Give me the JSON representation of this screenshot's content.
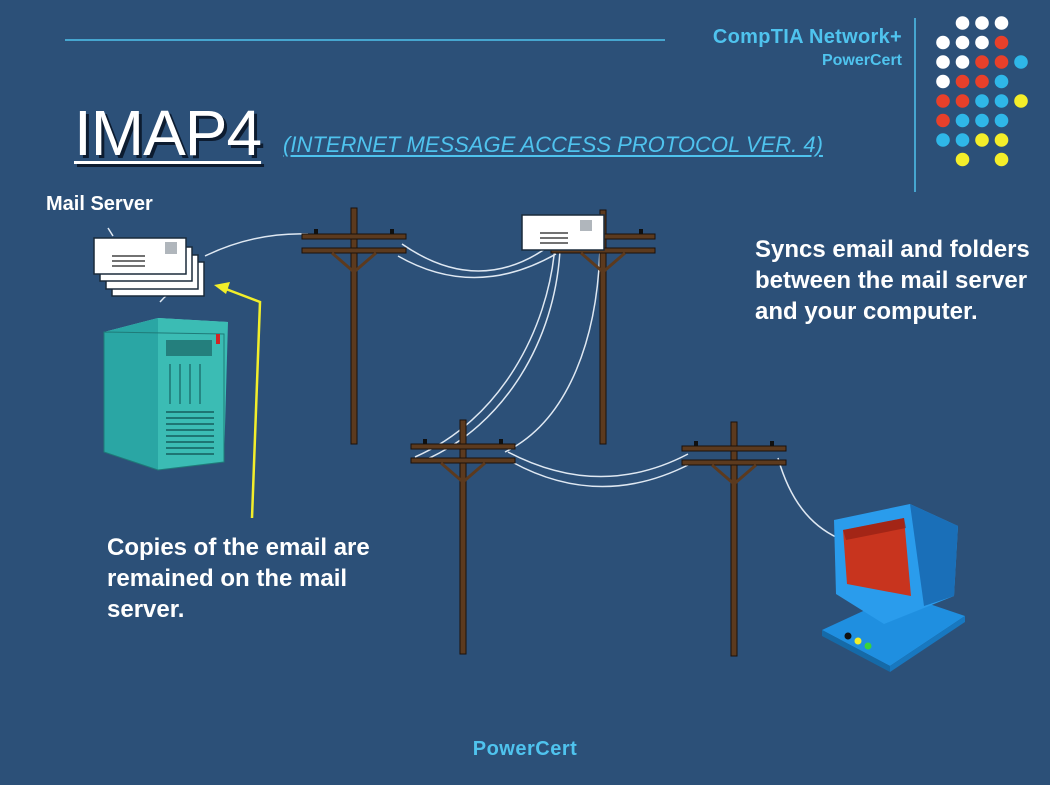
{
  "header": {
    "brand_line1": "CompTIA Network+",
    "brand_line2": "PowerCert"
  },
  "slide": {
    "title": "IMAP4",
    "subtitle": "(INTERNET MESSAGE ACCESS PROTOCOL VER. 4)"
  },
  "diagram": {
    "mail_server_label": "Mail Server",
    "sync_note": "Syncs email and folders between the mail server and your computer.",
    "copy_note": "Copies of the email are remained on the mail server."
  },
  "footer": {
    "brand": "PowerCert"
  },
  "colors": {
    "background": "#2c5078",
    "accent_blue": "#4fc3ee",
    "dot_white": "#ffffff",
    "dot_red": "#e8402a",
    "dot_blue": "#2fb7e8",
    "dot_yellow": "#f4ee2a",
    "pole_brown": "#5c3a1e",
    "server_teal": "#2aa6a4",
    "monitor_blue": "#1f8fe0",
    "screen_red": "#c8341e",
    "arrow_yellow": "#f2ee2a"
  },
  "icons": [
    "mail-server-icon",
    "envelope-stack-icon",
    "envelope-in-transit-icon",
    "utility-pole-icon",
    "client-computer-icon",
    "yellow-arrow-icon",
    "dot-grid-decoration"
  ]
}
